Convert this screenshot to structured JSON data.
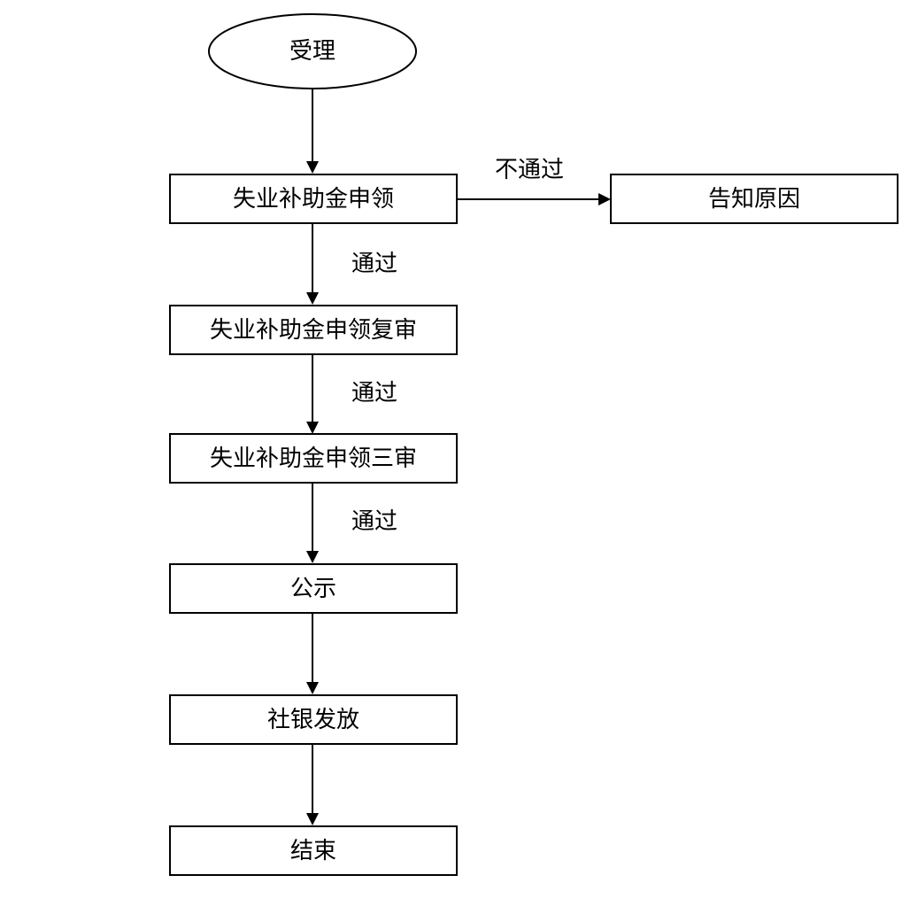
{
  "diagram": {
    "nodes": [
      {
        "id": "accept",
        "label": "受理",
        "shape": "ellipse"
      },
      {
        "id": "apply",
        "label": "失业补助金申领",
        "shape": "rect"
      },
      {
        "id": "reason",
        "label": "告知原因",
        "shape": "rect"
      },
      {
        "id": "review",
        "label": "失业补助金申领复审",
        "shape": "rect"
      },
      {
        "id": "third_review",
        "label": "失业补助金申领三审",
        "shape": "rect"
      },
      {
        "id": "publicity",
        "label": "公示",
        "shape": "rect"
      },
      {
        "id": "payment",
        "label": "社银发放",
        "shape": "rect"
      },
      {
        "id": "end",
        "label": "结束",
        "shape": "rect"
      }
    ],
    "edges": [
      {
        "id": "accept-apply",
        "from": "accept",
        "to": "apply",
        "label": ""
      },
      {
        "id": "apply-reason",
        "from": "apply",
        "to": "reason",
        "label": "不通过"
      },
      {
        "id": "apply-review",
        "from": "apply",
        "to": "review",
        "label": "通过"
      },
      {
        "id": "review-third",
        "from": "review",
        "to": "third_review",
        "label": "通过"
      },
      {
        "id": "third-publicity",
        "from": "third_review",
        "to": "publicity",
        "label": "通过"
      },
      {
        "id": "publicity-payment",
        "from": "publicity",
        "to": "payment",
        "label": ""
      },
      {
        "id": "payment-end",
        "from": "payment",
        "to": "end",
        "label": ""
      }
    ]
  }
}
